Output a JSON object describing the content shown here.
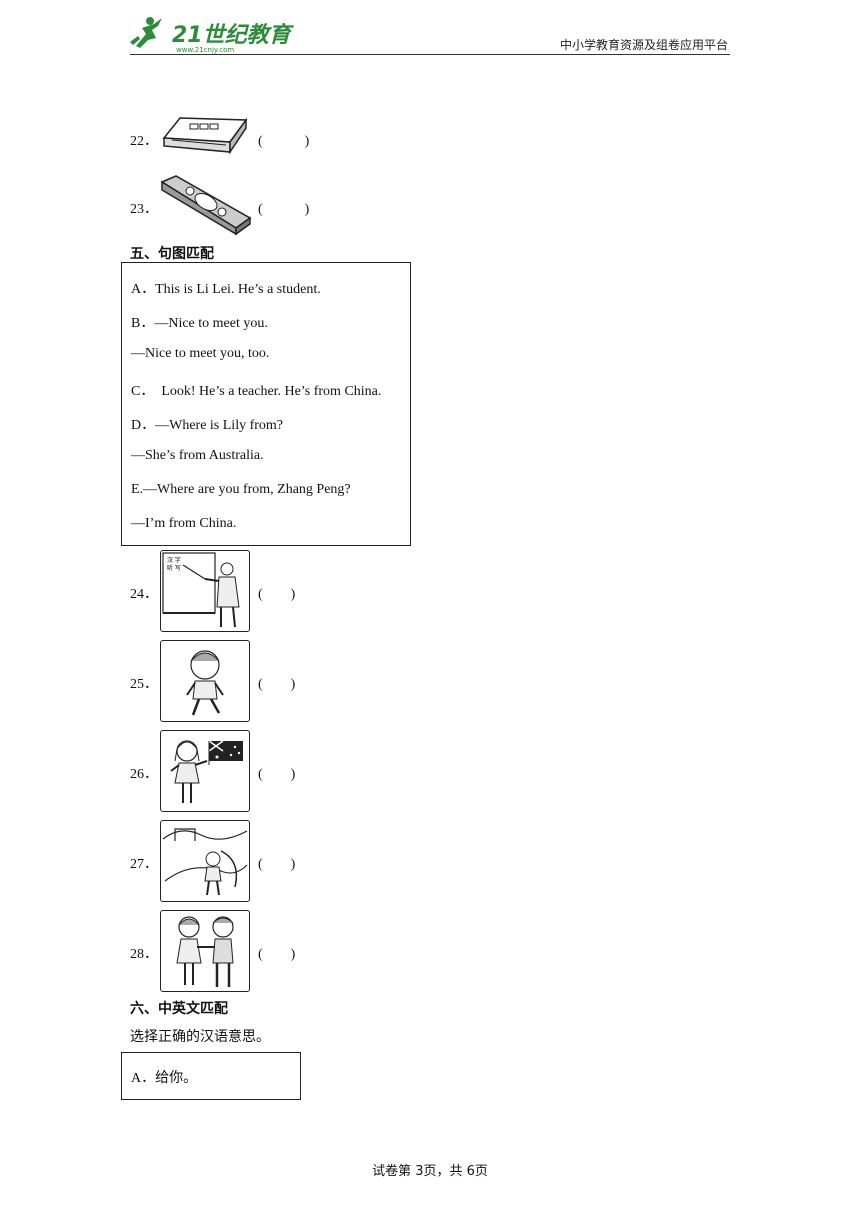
{
  "header": {
    "logo_text": "21世纪教育",
    "logo_url_text": "www.21cnjy.com",
    "right_text": "中小学教育资源及组卷应用平台"
  },
  "items_top": [
    {
      "num": "22．",
      "paren": "(　　　)",
      "icon": "cd-player-icon"
    },
    {
      "num": "23．",
      "paren": "(　　　)",
      "icon": "pencil-box-icon"
    }
  ],
  "section5": {
    "title": "五、句图匹配",
    "options": [
      "A．This is Li Lei. He’s a student.",
      "B．—Nice to meet you.",
      "—Nice to meet you, too.",
      "C．  Look! He’s a teacher. He’s from China.",
      "D．—Where is Lily from?",
      "—She’s from Australia.",
      "E.—Where are you from, Zhang Peng?",
      "—I’m from China."
    ],
    "items": [
      {
        "num": "24．",
        "paren": "(　　)",
        "board_text": "汉 字\n听 写"
      },
      {
        "num": "25．",
        "paren": "(　　)"
      },
      {
        "num": "26．",
        "paren": "(　　)"
      },
      {
        "num": "27．",
        "paren": "(　　)"
      },
      {
        "num": "28．",
        "paren": "(　　)"
      }
    ]
  },
  "section6": {
    "title": "六、中英文匹配",
    "instruction": "选择正确的汉语意思。",
    "options": [
      "A．给你。"
    ]
  },
  "footer": {
    "text": "试卷第 3页，共 6页"
  },
  "colors": {
    "logo_green": "#2e8b3a",
    "ink": "#111111"
  }
}
